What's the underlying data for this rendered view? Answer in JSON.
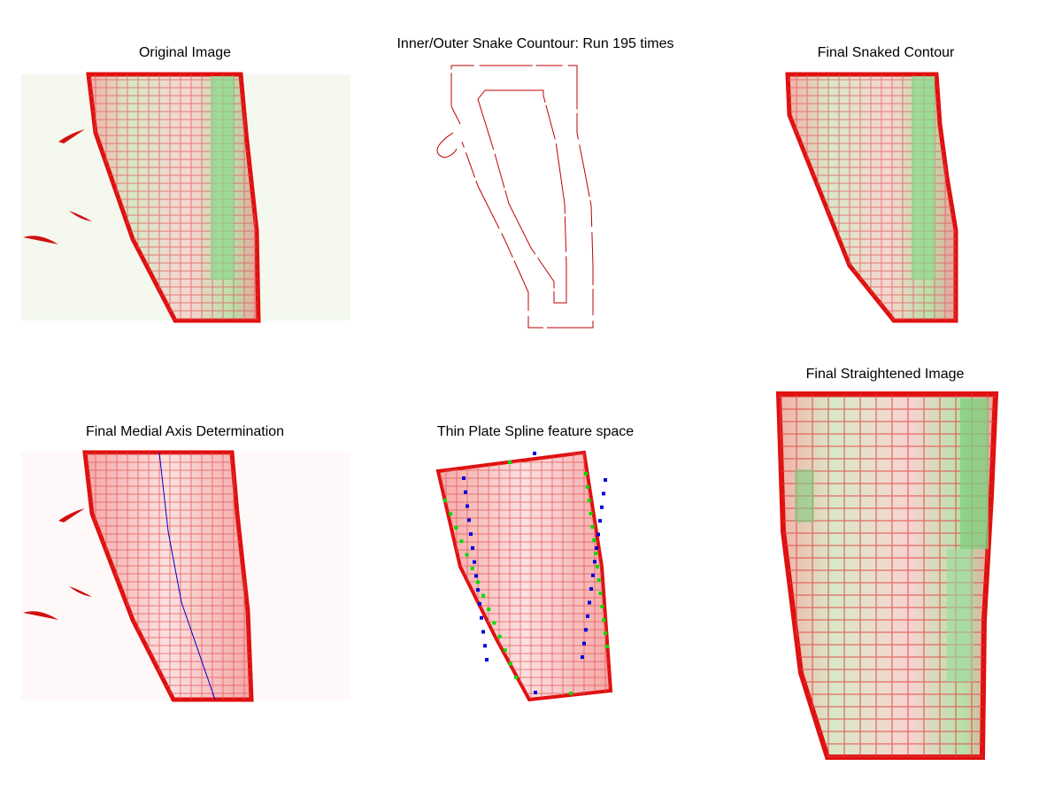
{
  "panels": [
    {
      "title": "Original Image"
    },
    {
      "title": "Inner/Outer Snake Countour: Run 195 times"
    },
    {
      "title": "Final Snaked Contour"
    },
    {
      "title": "Final Medial Axis Determination"
    },
    {
      "title": "Thin Plate Spline feature space"
    },
    {
      "title": "Final Straightened Image"
    }
  ],
  "colors": {
    "tissue_red": "#e01010",
    "fluor_green": "#7fd07f",
    "contour": "#c00000",
    "medial_axis": "#0000cc",
    "point_blue": "#0000dd",
    "point_green": "#00dd00"
  }
}
